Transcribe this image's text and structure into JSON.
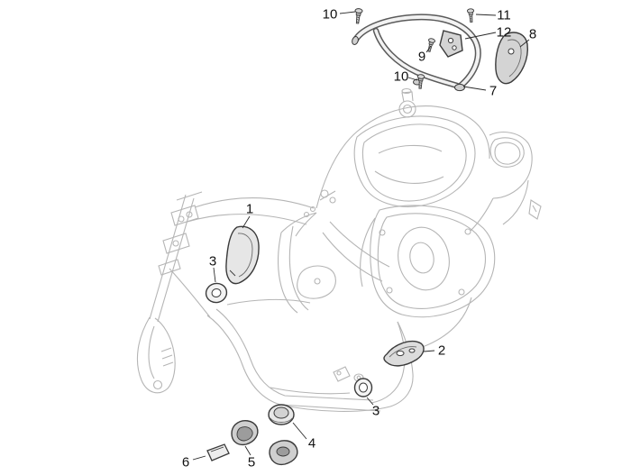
{
  "diagram": {
    "callouts": [
      {
        "id": "callout-10-top",
        "label": "10"
      },
      {
        "id": "callout-11",
        "label": "11"
      },
      {
        "id": "callout-12",
        "label": "12"
      },
      {
        "id": "callout-8",
        "label": "8"
      },
      {
        "id": "callout-9",
        "label": "9"
      },
      {
        "id": "callout-10-mid",
        "label": "10"
      },
      {
        "id": "callout-7",
        "label": "7"
      },
      {
        "id": "callout-1",
        "label": "1"
      },
      {
        "id": "callout-3-upper",
        "label": "3"
      },
      {
        "id": "callout-2",
        "label": "2"
      },
      {
        "id": "callout-3-lower",
        "label": "3"
      },
      {
        "id": "callout-4",
        "label": "4"
      },
      {
        "id": "callout-5",
        "label": "5"
      },
      {
        "id": "callout-6",
        "label": "6"
      }
    ],
    "colors": {
      "background": "#ffffff",
      "outline": "#b5b5b5",
      "part_stroke": "#3a3a3a",
      "part_fill": "#d4d4d4",
      "leader": "#2a2a2a",
      "label_text": "#111111"
    }
  }
}
